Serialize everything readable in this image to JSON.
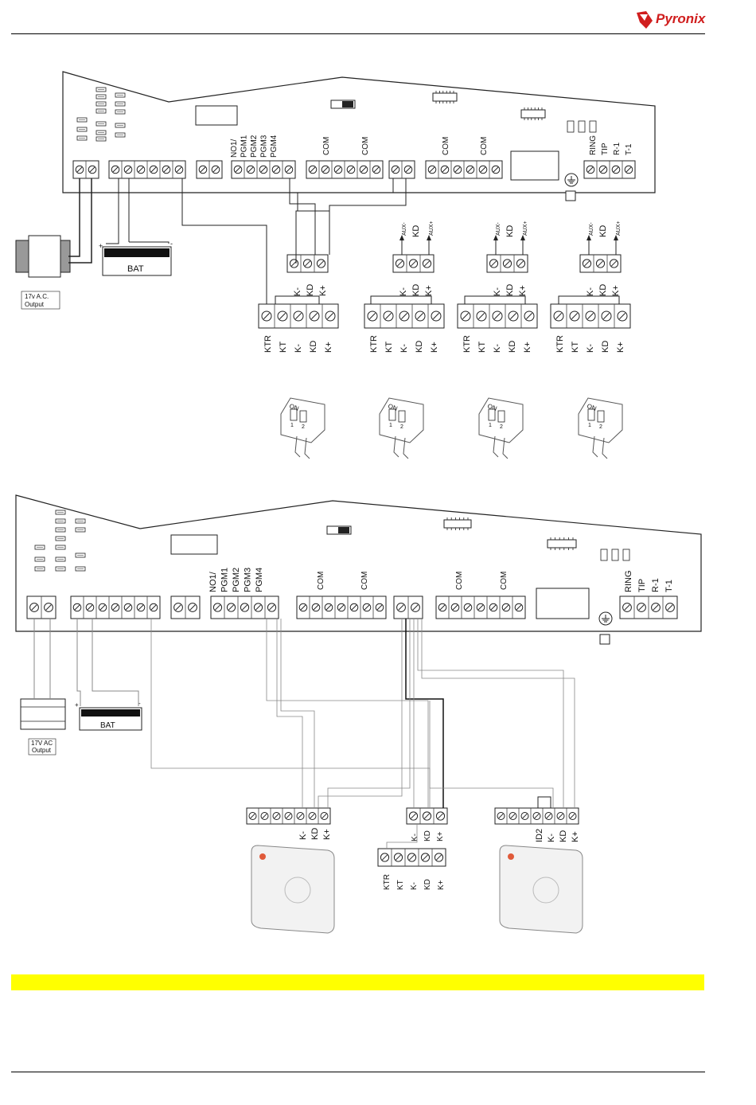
{
  "brand": {
    "name": "Pyronix"
  },
  "diagram_top": {
    "panel_terminal_labels": {
      "pgm": [
        "NO1/",
        "PGM1",
        "PGM2",
        "PGM3",
        "PGM4"
      ],
      "com": [
        "COM",
        "COM",
        "COM",
        "COM"
      ],
      "line": [
        "RING",
        "TIP",
        "R-1",
        "T-1"
      ]
    },
    "transformer_label": [
      "17v A.C.",
      "Output"
    ],
    "battery": {
      "label": "BAT",
      "plus": "+",
      "minus": "-"
    },
    "keypad_port_labels": [
      "K-",
      "KD",
      "K+"
    ],
    "aux_labels": [
      "AUX-",
      "KD",
      "AUX+"
    ],
    "keypad_terminal_labels": [
      "KTR",
      "KT",
      "K-",
      "KD",
      "K+"
    ],
    "dip_switch_text": {
      "on": "ON",
      "one": "1",
      "two": "2"
    }
  },
  "diagram_bottom": {
    "panel_terminal_labels": {
      "pgm": [
        "NO1/",
        "PGM1",
        "PGM2",
        "PGM3",
        "PGM4"
      ],
      "com": [
        "COM",
        "COM",
        "COM",
        "COM"
      ],
      "line": [
        "RING",
        "TIP",
        "R-1",
        "T-1"
      ]
    },
    "transformer_label": [
      "17V AC",
      "Output"
    ],
    "battery": {
      "label": "BAT",
      "plus": "+",
      "minus": "-"
    },
    "device_left_labels": [
      "K-",
      "KD",
      "K+"
    ],
    "device_mid_top_labels": [
      "K-",
      "KD",
      "K+"
    ],
    "device_mid_bottom_labels": [
      "KTR",
      "KT",
      "K-",
      "KD",
      "K+"
    ],
    "device_right_labels": [
      "ID2",
      "K-",
      "KD",
      "K+"
    ]
  }
}
